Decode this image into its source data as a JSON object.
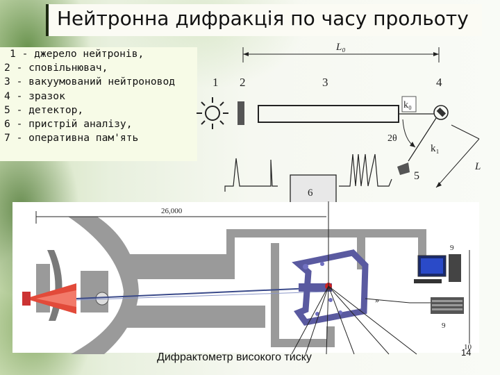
{
  "title": "Нейтронна дифракція по часу прольоту",
  "legend": [
    "1 - джерело нейтронів,",
    "2 - сповільнювач,",
    "3 - вакуумований нейтроновод",
    "4 - зразок",
    "5 - детектор,",
    "6 - пристрій аналізу,",
    "7 - оперативна пам'ять"
  ],
  "scheme": {
    "L0": "L₀",
    "L": "L",
    "n1": "1",
    "n2": "2",
    "n3": "3",
    "n4": "4",
    "n5": "5",
    "n6": "6",
    "angle": "2θ",
    "k0": "k₀",
    "k1": "k₁"
  },
  "photo": {
    "dimension": "26,000",
    "label9a": "9",
    "label9b": "9",
    "label10": "10",
    "caption": "Дифрактометр високого тиску"
  },
  "page_number": "14"
}
